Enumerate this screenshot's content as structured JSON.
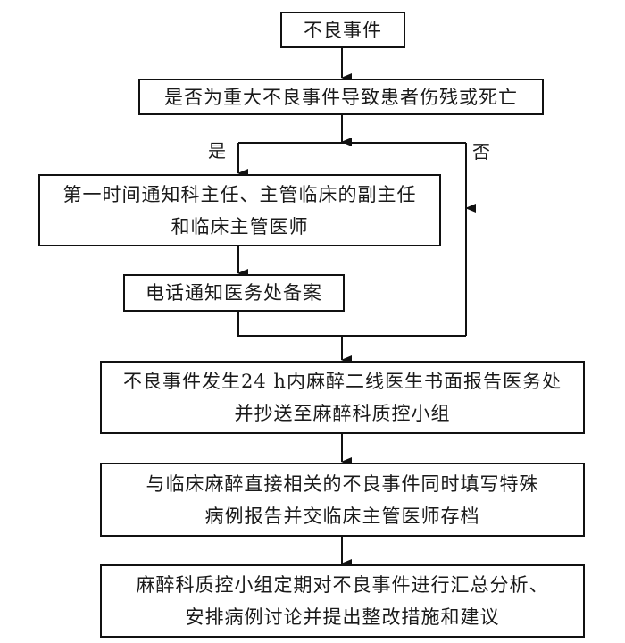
{
  "diagram": {
    "type": "flowchart",
    "nodes": {
      "start": {
        "lines": [
          "不良事件"
        ]
      },
      "decision": {
        "lines": [
          "是否为重大不良事件导致患者伤残或死亡"
        ]
      },
      "notify_leaders": {
        "lines": [
          "第一时间通知科主任、主管临床的副主任",
          "和临床主管医师"
        ]
      },
      "phone_medical_office": {
        "lines": [
          "电话通知医务处备案"
        ]
      },
      "written_report": {
        "lines": [
          "不良事件发生24 h内麻醉二线医生书面报告医务处",
          "并抄送至麻醉科质控小组"
        ]
      },
      "special_case_report": {
        "lines": [
          "与临床麻醉直接相关的不良事件同时填写特殊",
          "病例报告并交临床主管医师存档"
        ]
      },
      "qc_analysis": {
        "lines": [
          "麻醉科质控小组定期对不良事件进行汇总分析、",
          "安排病例讨论并提出整改措施和建议"
        ]
      }
    },
    "branch_labels": {
      "yes": "是",
      "no": "否"
    },
    "edges": [
      {
        "from": "start",
        "to": "decision"
      },
      {
        "from": "decision",
        "to": "notify_leaders",
        "label": "是"
      },
      {
        "from": "decision",
        "to": "written_report",
        "label": "否"
      },
      {
        "from": "notify_leaders",
        "to": "phone_medical_office"
      },
      {
        "from": "phone_medical_office",
        "to": "written_report"
      },
      {
        "from": "written_report",
        "to": "special_case_report"
      },
      {
        "from": "special_case_report",
        "to": "qc_analysis"
      }
    ],
    "line_color": "#111111"
  }
}
